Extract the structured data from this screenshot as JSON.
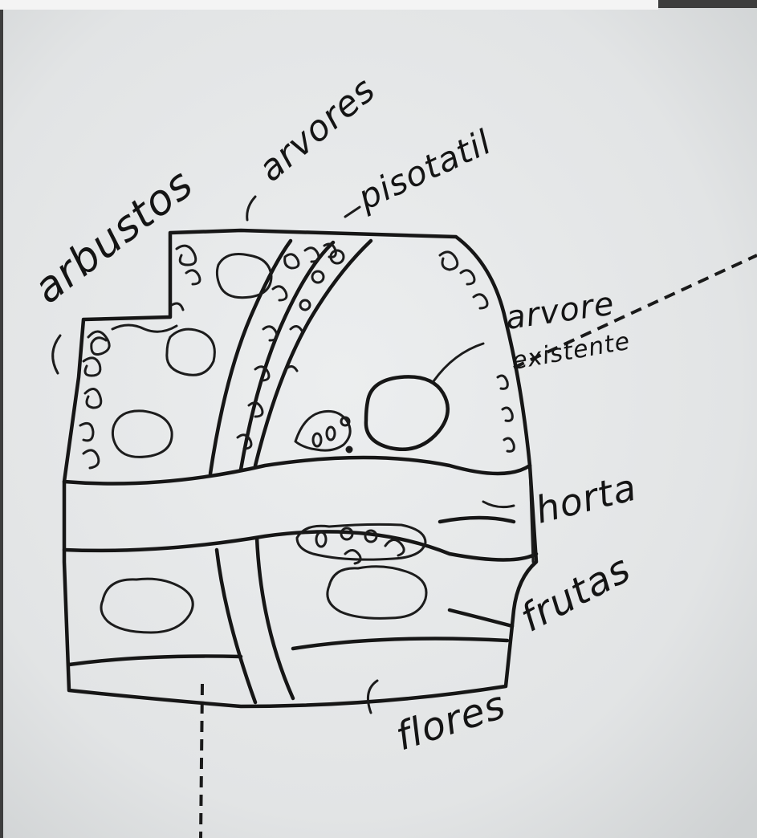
{
  "labels": {
    "arbustos": "arbustos",
    "arvores": "arvores",
    "piso_tatil": "pisotatil",
    "arvore_existente_1": "arvore",
    "arvore_existente_2": "existente",
    "horta": "horta",
    "frutas": "frutas",
    "flores": "flores"
  },
  "colors": {
    "paper": "#e3e5e6",
    "ink": "#161616",
    "background": "#3d3d3d"
  }
}
